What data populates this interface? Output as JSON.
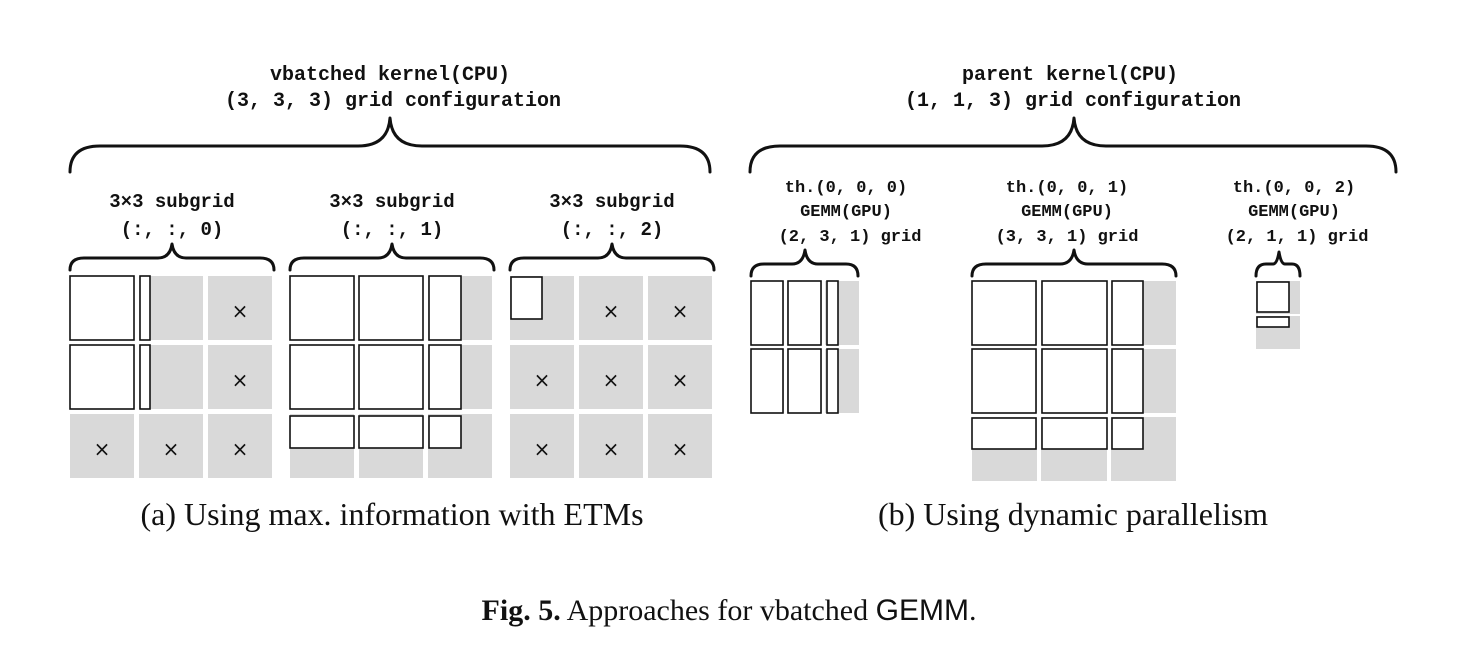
{
  "panel_a": {
    "title_line1": "vbatched kernel(CPU)",
    "title_line2": "(3, 3, 3) grid configuration",
    "subgrids": [
      {
        "line1": "3×3 subgrid",
        "line2": "(:, :, 0)"
      },
      {
        "line1": "3×3 subgrid",
        "line2": "(:, :, 1)"
      },
      {
        "line1": "3×3 subgrid",
        "line2": "(:, :, 2)"
      }
    ],
    "caption": "(a) Using max. information with ETMs"
  },
  "panel_b": {
    "title_line1": "parent kernel(CPU)",
    "title_line2": "(1, 1, 3) grid configuration",
    "threads": [
      {
        "line1": "th.(0, 0, 0)",
        "line2": "GEMM(GPU)",
        "line3": "(2, 3, 1) grid"
      },
      {
        "line1": "th.(0, 0, 1)",
        "line2": "GEMM(GPU)",
        "line3": "(3, 3, 1) grid"
      },
      {
        "line1": "th.(0, 0, 2)",
        "line2": "GEMM(GPU)",
        "line3": "(2, 1, 1) grid"
      }
    ],
    "caption": "(b) Using dynamic parallelism"
  },
  "figure_caption": {
    "label": "Fig. 5.",
    "text_before": " Approaches for vbatched ",
    "gemm": "GEMM",
    "text_after": "."
  },
  "idle_mark": "×"
}
